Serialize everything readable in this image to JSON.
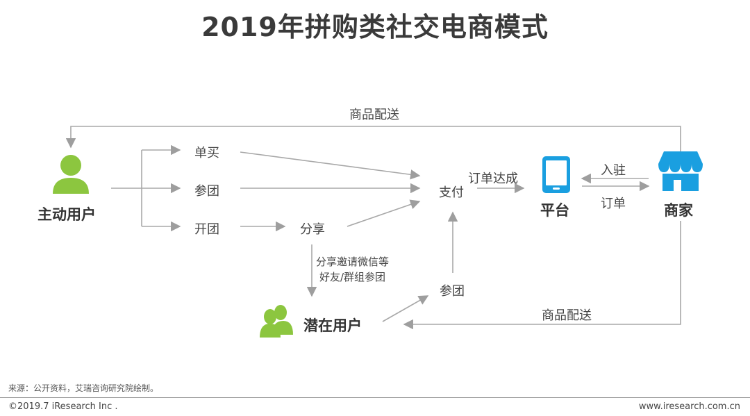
{
  "title": "2019年拼购类社交电商模式",
  "nodes": {
    "active_user": "主动用户",
    "potential_user": "潜在用户",
    "platform": "平台",
    "merchant": "商家",
    "single_buy": "单买",
    "join_group": "参团",
    "open_group": "开团",
    "share": "分享",
    "pay": "支付",
    "join_group_2": "参团"
  },
  "edges": {
    "delivery_top": "商品配送",
    "delivery_bottom": "商品配送",
    "order_complete": "订单达成",
    "settle_in": "入驻",
    "order": "订单",
    "share_invite_line1": "分享邀请微信等",
    "share_invite_line2": "好友/群组参团"
  },
  "colors": {
    "user_icon": "#8cc63f",
    "platform_icon": "#1a9fe0",
    "arrow": "#9e9e9e",
    "line": "#a8a8a8"
  },
  "icons": {
    "active_user": "person-icon",
    "potential_user": "group-icon",
    "platform": "tablet-icon",
    "merchant": "storefront-icon"
  },
  "footer": {
    "source": "来源：公开资料，艾瑞咨询研究院绘制。",
    "copyright": "©2019.7 iResearch Inc .",
    "website": "www.iresearch.com.cn"
  }
}
